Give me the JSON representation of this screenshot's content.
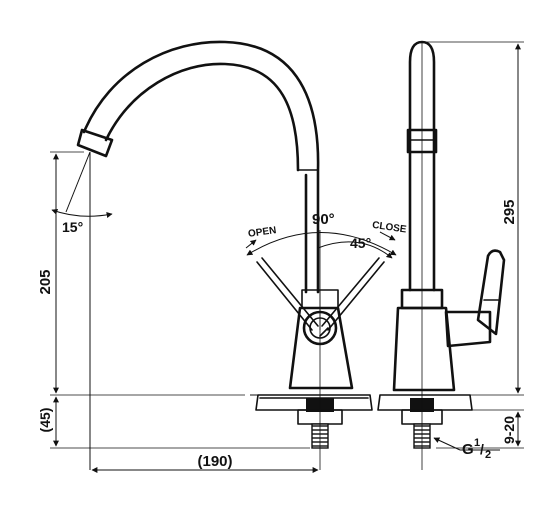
{
  "dimensions": {
    "height_total": "295",
    "height_spout": "205",
    "height_base": "(45)",
    "reach": "(190)",
    "thread_range": "9-20",
    "thread_size_prefix": "G",
    "thread_size_num": "1",
    "thread_size_den": "2"
  },
  "angles": {
    "spout_tilt": "15°",
    "handle_total": "90°",
    "handle_half": "45°"
  },
  "handle_labels": {
    "open": "OPEN",
    "close": "CLOSE"
  }
}
